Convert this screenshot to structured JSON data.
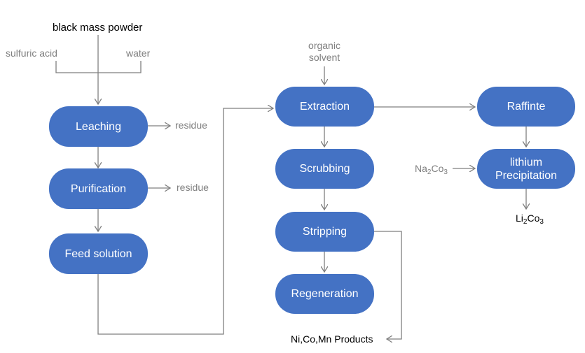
{
  "inputs": {
    "black_mass": "black mass powder",
    "sulfuric_acid": "sulfuric acid",
    "water": "water",
    "organic_solvent_line1": "organic",
    "organic_solvent_line2": "solvent"
  },
  "nodes": {
    "leaching": "Leaching",
    "purification": "Purification",
    "feed_solution": "Feed solution",
    "extraction": "Extraction",
    "scrubbing": "Scrubbing",
    "stripping": "Stripping",
    "regeneration": "Regeneration",
    "raffinate": "Raffinte",
    "lithium_line1": "lithium",
    "lithium_line2": "Precipitation"
  },
  "outputs": {
    "residue_1": "residue",
    "residue_2": "residue",
    "ni_co_mn": "Ni,Co,Mn Products",
    "na2co3": {
      "a": "Na",
      "b": "2",
      "c": "Co",
      "d": "3"
    },
    "li2co3": {
      "a": "Li",
      "b": "2",
      "c": "Co",
      "d": "3"
    }
  },
  "colors": {
    "node_fill": "#4472c4",
    "node_text": "#ffffff",
    "connector": "#7f7f7f",
    "label_gray": "#7f7f7f",
    "label_dark": "#000000"
  }
}
